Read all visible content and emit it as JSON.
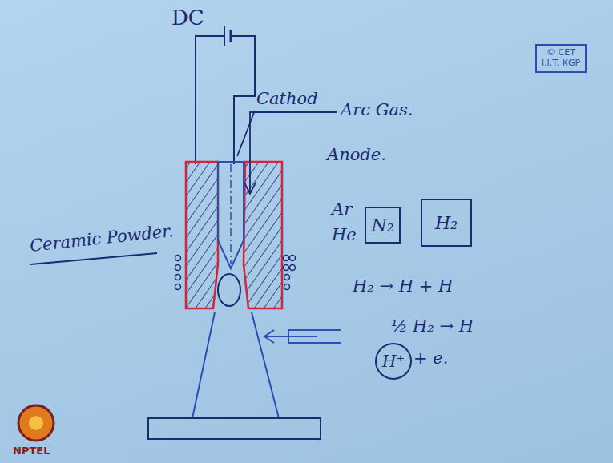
{
  "diagram": {
    "nodes": [
      {
        "text": [
          "© CET I.I.T. KGP"
        ]
      },
      {
        "text": [
          "N₂"
        ]
      },
      {
        "text": [
          "H₂"
        ]
      },
      {
        "text": [
          "H⁺"
        ]
      }
    ],
    "labels": [
      "DC",
      "Cathod",
      "Arc Gas.",
      "Anode.",
      "Ceramic Powder.",
      "Ar",
      "He",
      "H₂ → H + H",
      "½ H₂ → H",
      "+ e.",
      "NPTEL"
    ]
  }
}
